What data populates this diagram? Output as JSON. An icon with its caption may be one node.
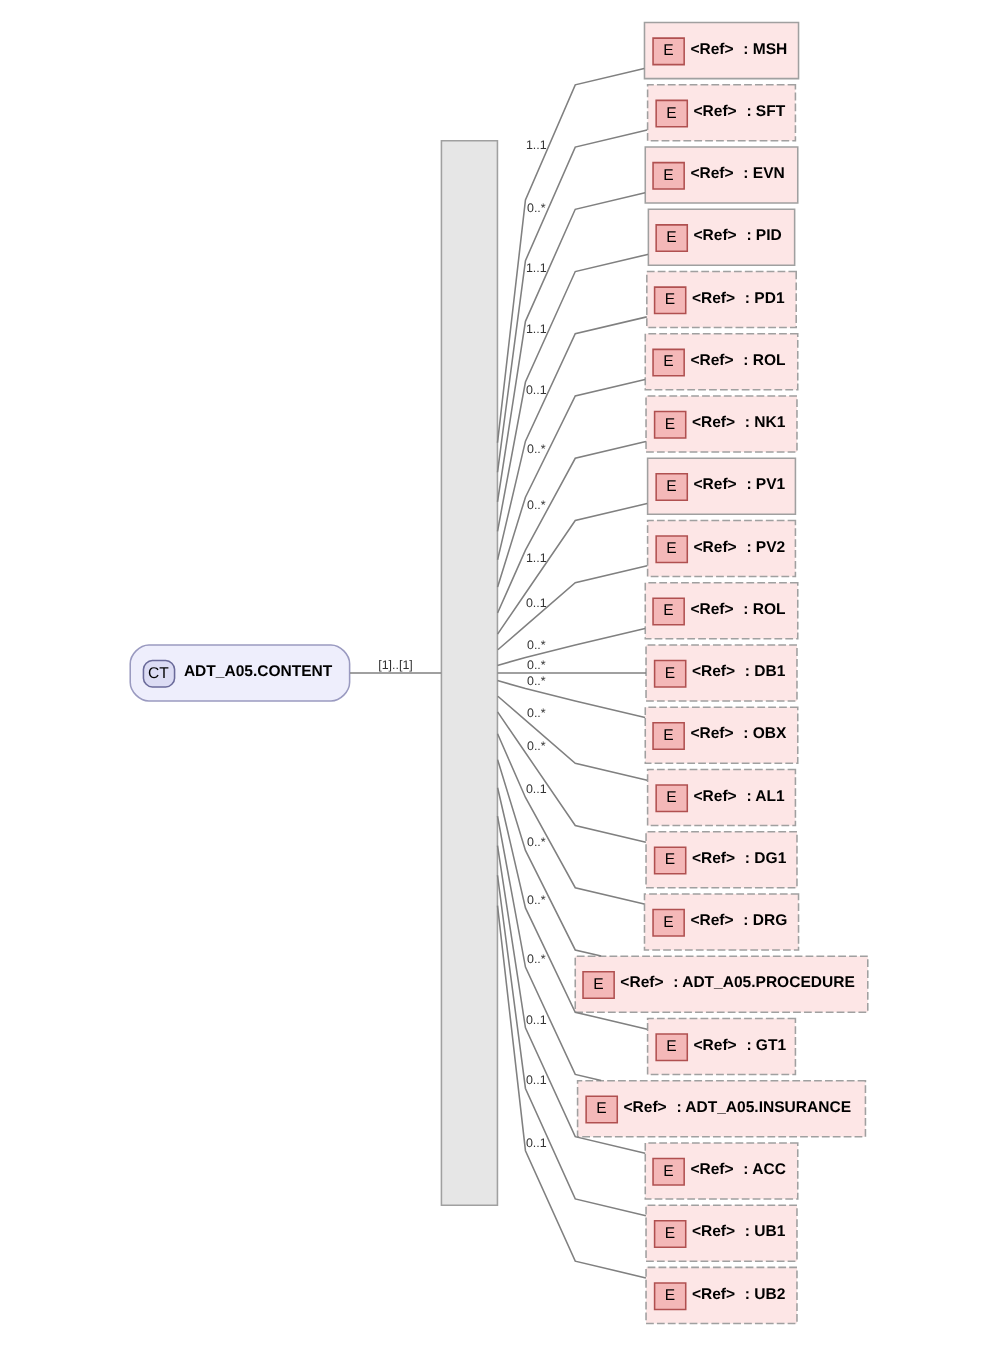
{
  "diagram": {
    "nodes": [
      {
        "text": [
          "CT",
          "ADT_A05.CONTENT"
        ]
      },
      {
        "text": [],
        "shape": "bar"
      },
      {
        "text": [
          "E",
          "<Ref>",
          ": MSH"
        ]
      },
      {
        "text": [
          "E",
          "<Ref>",
          ": SFT"
        ]
      },
      {
        "text": [
          "E",
          "<Ref>",
          ": EVN"
        ]
      },
      {
        "text": [
          "E",
          "<Ref>",
          ": PID"
        ]
      },
      {
        "text": [
          "E",
          "<Ref>",
          ": PD1"
        ]
      },
      {
        "text": [
          "E",
          "<Ref>",
          ": ROL"
        ]
      },
      {
        "text": [
          "E",
          "<Ref>",
          ": NK1"
        ]
      },
      {
        "text": [
          "E",
          "<Ref>",
          ": PV1"
        ]
      },
      {
        "text": [
          "E",
          "<Ref>",
          ": PV2"
        ]
      },
      {
        "text": [
          "E",
          "<Ref>",
          ": ROL"
        ]
      },
      {
        "text": [
          "E",
          "<Ref>",
          ": DB1"
        ]
      },
      {
        "text": [
          "E",
          "<Ref>",
          ": OBX"
        ]
      },
      {
        "text": [
          "E",
          "<Ref>",
          ": AL1"
        ]
      },
      {
        "text": [
          "E",
          "<Ref>",
          ": DG1"
        ]
      },
      {
        "text": [
          "E",
          "<Ref>",
          ": DRG"
        ]
      },
      {
        "text": [
          "E",
          "<Ref>",
          ": ADT_A05.PROCEDURE"
        ]
      },
      {
        "text": [
          "E",
          "<Ref>",
          ": GT1"
        ]
      },
      {
        "text": [
          "E",
          "<Ref>",
          ": ADT_A05.INSURANCE"
        ]
      },
      {
        "text": [
          "E",
          "<Ref>",
          ": ACC"
        ]
      },
      {
        "text": [
          "E",
          "<Ref>",
          ": UB1"
        ]
      },
      {
        "text": [
          "E",
          "<Ref>",
          ": UB2"
        ]
      }
    ],
    "edges": [
      {
        "from": 0,
        "to": 1,
        "arrow": "none",
        "label": "[1]..[1]"
      },
      {
        "from": 1,
        "to": 2,
        "arrow": "none",
        "label": "1..1"
      },
      {
        "from": 1,
        "to": 3,
        "arrow": "none",
        "label": "0..*"
      },
      {
        "from": 1,
        "to": 4,
        "arrow": "none",
        "label": "1..1"
      },
      {
        "from": 1,
        "to": 5,
        "arrow": "none",
        "label": "1..1"
      },
      {
        "from": 1,
        "to": 6,
        "arrow": "none",
        "label": "0..1"
      },
      {
        "from": 1,
        "to": 7,
        "arrow": "none",
        "label": "0..*"
      },
      {
        "from": 1,
        "to": 8,
        "arrow": "none",
        "label": "0..*"
      },
      {
        "from": 1,
        "to": 9,
        "arrow": "none",
        "label": "1..1"
      },
      {
        "from": 1,
        "to": 10,
        "arrow": "none",
        "label": "0..1"
      },
      {
        "from": 1,
        "to": 11,
        "arrow": "none",
        "label": "0..*"
      },
      {
        "from": 1,
        "to": 12,
        "arrow": "none",
        "label": "0..*"
      },
      {
        "from": 1,
        "to": 13,
        "arrow": "none",
        "label": "0..*"
      },
      {
        "from": 1,
        "to": 14,
        "arrow": "none",
        "label": "0..*"
      },
      {
        "from": 1,
        "to": 15,
        "arrow": "none",
        "label": "0..*"
      },
      {
        "from": 1,
        "to": 16,
        "arrow": "none",
        "label": "0..1"
      },
      {
        "from": 1,
        "to": 17,
        "arrow": "none",
        "label": "0..*"
      },
      {
        "from": 1,
        "to": 18,
        "arrow": "none",
        "label": "0..*"
      },
      {
        "from": 1,
        "to": 19,
        "arrow": "none",
        "label": "0..*"
      },
      {
        "from": 1,
        "to": 20,
        "arrow": "none",
        "label": "0..1"
      },
      {
        "from": 1,
        "to": 21,
        "arrow": "none",
        "label": "0..1"
      },
      {
        "from": 1,
        "to": 22,
        "arrow": "none",
        "label": "0..1"
      }
    ]
  }
}
